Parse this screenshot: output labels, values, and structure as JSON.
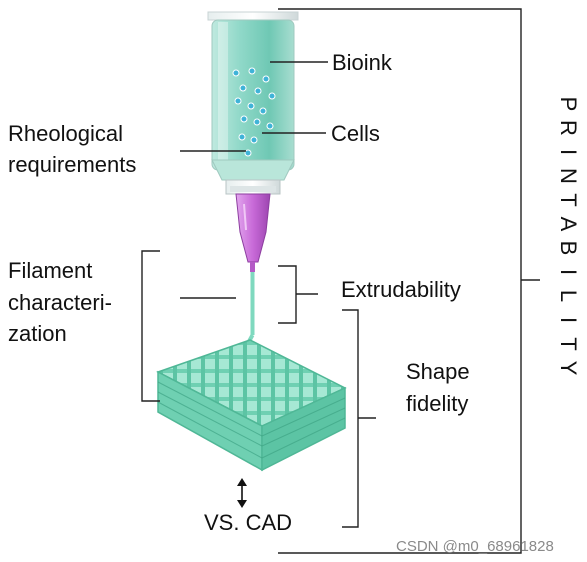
{
  "labels": {
    "bioink": "Bioink",
    "cells": "Cells",
    "rheological_line1": "Rheological",
    "rheological_line2": "requirements",
    "filament_line1": "Filament",
    "filament_line2": "characteri-",
    "filament_line3": "zation",
    "extrudability": "Extrudability",
    "shape_line1": "Shape",
    "shape_line2": "fidelity",
    "vs_cad": "VS. CAD",
    "printability_letters": [
      "P",
      "R",
      "I",
      "N",
      "T",
      "A",
      "B",
      "I",
      "L",
      "I",
      "T",
      "Y"
    ]
  },
  "watermark": "CSDN @m0_68961828",
  "icons": [
    "syringe-icon",
    "needle-icon",
    "scaffold-grid-icon",
    "double-arrow-icon"
  ],
  "colors": {
    "bioink": "#8fd8c8",
    "scaffold": "#7fd9bf",
    "needle_hub": "#c86ad8",
    "cells": "#3fb3d8"
  }
}
